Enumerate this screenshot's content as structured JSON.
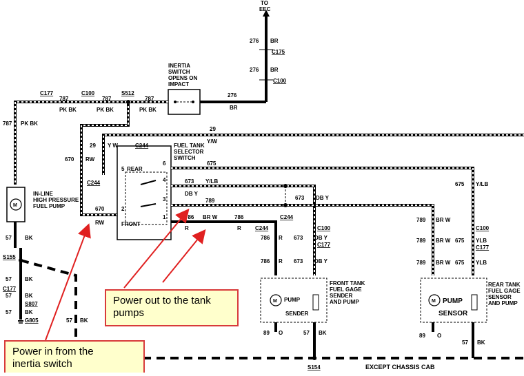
{
  "labels": {
    "to": "TO",
    "eec": "EEC",
    "inertia1": "INERTIA",
    "inertia2": "SWITCH",
    "inertia3": "OPENS ON",
    "inertia4": "IMPACT",
    "pump1": "IN-LINE",
    "pump2": "HIGH PRESSURE",
    "pump3": "FUEL PUMP",
    "sel1": "FUEL TANK",
    "sel2": "SELECTOR",
    "sel3": "SWITCH",
    "rear": "REAR",
    "front": "FRONT",
    "ft1": "FRONT TANK",
    "ft2": "FUEL GAGE",
    "ft3": "SENDER",
    "ft4": "AND PUMP",
    "rt1": "REAR TANK",
    "rt2": "FUEL GAGE",
    "rt3": "SENSOR",
    "rt4": "AND PUMP",
    "pump": "PUMP",
    "sender": "SENDER",
    "sensor": "SENSOR",
    "except": "EXCEPT CHASSIS CAB",
    "m": "M"
  },
  "connectors": {
    "c175": "C175",
    "c100": "C100",
    "c177": "C177",
    "c244": "C244",
    "s512": "S512",
    "s155": "S155",
    "s807": "S807",
    "g805": "G805",
    "s154": "S154"
  },
  "wires": {
    "w276": "276",
    "br": "BR",
    "w787": "787",
    "pkbk": "PK BK",
    "w29": "29",
    "yw": "Y W",
    "y_w": "Y/W",
    "w670": "670",
    "rw": "RW",
    "w675": "675",
    "w673": "673",
    "ylb": "Y/LB",
    "w789": "789",
    "dby": "DB Y",
    "w786": "786",
    "brw": "BR W",
    "r": "R",
    "ylb2": "YLB",
    "w57": "57",
    "bk": "BK",
    "w89": "89",
    "o": "O",
    "n1": "1",
    "n2": "2",
    "n3": "3",
    "n4": "4",
    "n5": "5",
    "n6": "6"
  },
  "callouts": {
    "out1": "Power out to the tank",
    "out2": "pumps",
    "in1": "Power in from the",
    "in2": "inertia switch"
  },
  "colors": {
    "callout_border": "#d83a3a",
    "callout_bg": "#ffffcc",
    "arrow": "#e02020"
  }
}
